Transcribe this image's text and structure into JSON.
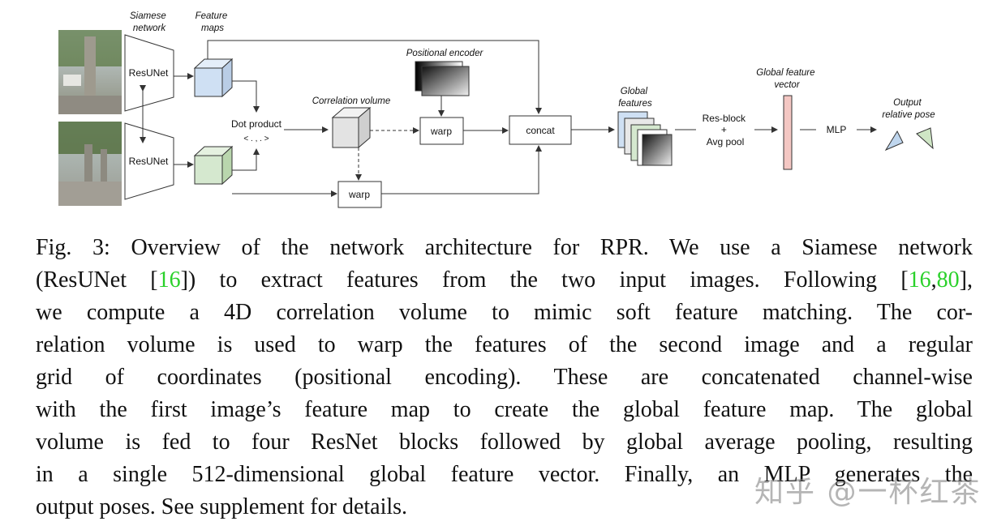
{
  "figure": {
    "labels": {
      "siamese": [
        "Siamese",
        "network"
      ],
      "feature_maps": [
        "Feature",
        "maps"
      ],
      "resunet_top": "ResUNet",
      "resunet_bottom": "ResUNet",
      "dot_product": "Dot product",
      "dot_product_symbol": "< . , . >",
      "correlation_volume": "Correlation volume",
      "positional_encoder": "Positional encoder",
      "warp_top": "warp",
      "warp_bottom": "warp",
      "concat": "concat",
      "global_features": [
        "Global",
        "features"
      ],
      "res_block": "Res-block",
      "plus": "+",
      "avg_pool": "Avg pool",
      "global_feature_vector": [
        "Global feature",
        "vector"
      ],
      "mlp": "MLP",
      "output_pose": [
        "Output",
        "relative pose"
      ]
    },
    "colors": {
      "feature_top": "#cfe0f3",
      "feature_bottom": "#d5e8cf",
      "vector": "#f4c7c3",
      "pose_a": "#bfd6ee",
      "pose_b": "#cfe6c5"
    }
  },
  "caption": {
    "lines": [
      {
        "parts": [
          {
            "t": "Fig. 3: Overview of the network architecture for RPR. We use a Siamese network"
          }
        ]
      },
      {
        "parts": [
          {
            "t": "(ResUNet ["
          },
          {
            "t": "16",
            "cite": true
          },
          {
            "t": "]) to extract features from the two input images. Following ["
          },
          {
            "t": "16",
            "cite": true
          },
          {
            "t": ","
          },
          {
            "t": "80",
            "cite": true
          },
          {
            "t": "],"
          }
        ]
      },
      {
        "parts": [
          {
            "t": "we compute a 4D correlation volume to mimic soft feature matching. The cor-"
          }
        ]
      },
      {
        "parts": [
          {
            "t": "relation volume is used to warp the features of the second image and a regular"
          }
        ]
      },
      {
        "parts": [
          {
            "t": "grid of coordinates (positional encoding). These are concatenated channel-wise"
          }
        ]
      },
      {
        "parts": [
          {
            "t": "with the first image’s feature map to create the global feature map. The global"
          }
        ]
      },
      {
        "parts": [
          {
            "t": "volume is fed to four ResNet blocks followed by global average pooling, resulting"
          }
        ]
      },
      {
        "parts": [
          {
            "t": "in a single 512-dimensional global feature vector. Finally, an MLP generates the"
          }
        ]
      },
      {
        "parts": [
          {
            "t": "output poses. See supplement for details."
          }
        ]
      }
    ]
  },
  "watermark": "知乎 @一杯红茶"
}
